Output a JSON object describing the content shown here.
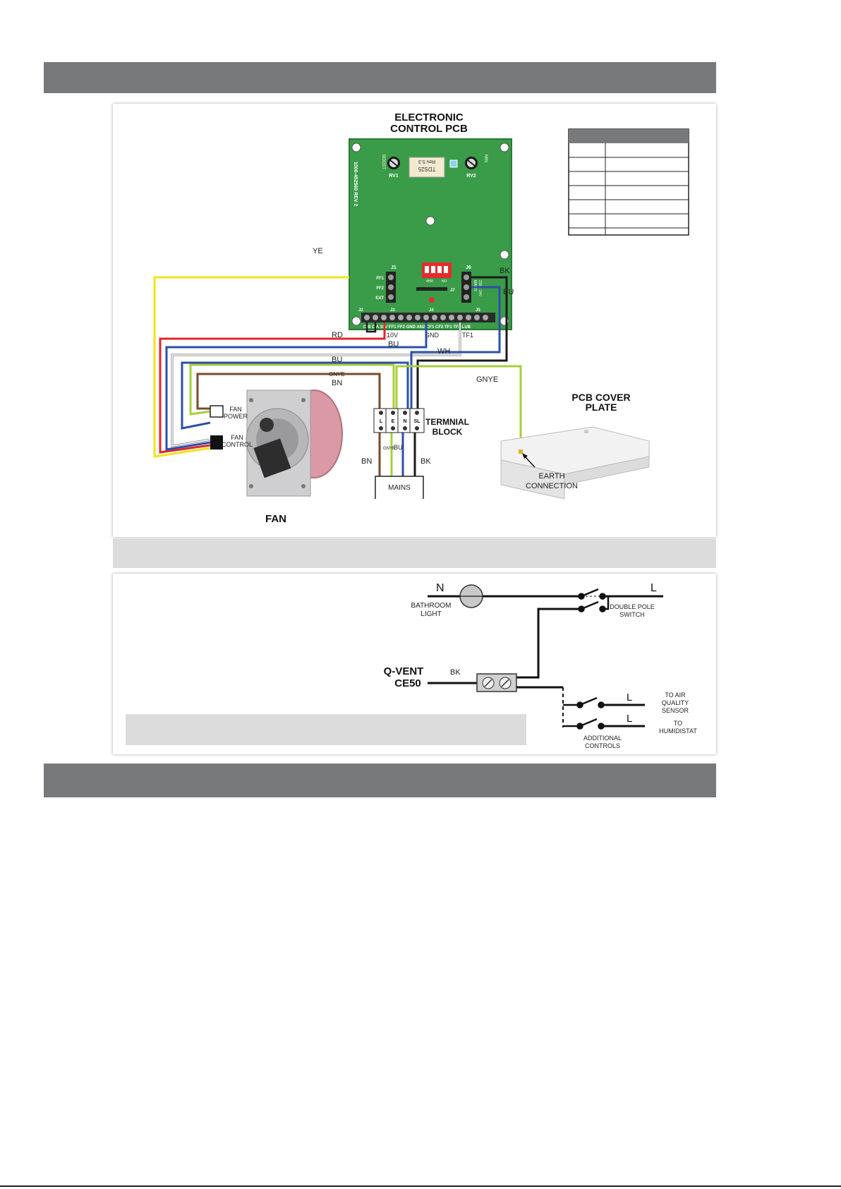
{
  "pcb": {
    "title_line1": "ELECTRONIC",
    "title_line2": "CONTROL PCB",
    "part_no": "1000-452560 REV 2",
    "chip": "TDS25",
    "chip_rev": "Rev 5.3",
    "boost": "BOOST",
    "rv1": "RV1",
    "rv2": "RV2",
    "min": "MIN",
    "j1": "J1",
    "j2": "J2",
    "j3": "J3",
    "j4": "J4",
    "j5": "J5",
    "j6": "J6",
    "j7": "J7",
    "ff1": "FF1",
    "ff2": "FF2",
    "ext": "EXT",
    "mains_side": "MAINS",
    "mains_volt": "230 ~ 24V",
    "dip_left": "4HR",
    "dip_right": "NO",
    "bottom_terminals": "C B C A 10V  FF1 FF2 GND AN2 CF1 CF2 TF1  TF2 LUB",
    "lbl_10v": "10V",
    "lbl_gnd": "GND",
    "lbl_tf1": "TF1"
  },
  "wires": {
    "ye": "YE",
    "rd": "RD",
    "bu": "BU",
    "wh": "WH",
    "bk": "BK",
    "gnye": "GNYE",
    "bn": "BN"
  },
  "fan": {
    "power_l1": "FAN",
    "power_l2": "POWER",
    "control_l1": "FAN",
    "control_l2": "CONTROL",
    "label": "FAN"
  },
  "terminal_block": {
    "title_l1": "TERMNIAL",
    "title_l2": "BLOCK",
    "terminals": [
      "L",
      "E",
      "N",
      "SL"
    ],
    "mains": "MAINS"
  },
  "cover": {
    "title_l1": "PCB COVER",
    "title_l2": "PLATE",
    "earth_l1": "EARTH",
    "earth_l2": "CONNECTION"
  },
  "switch_diagram": {
    "n": "N",
    "l": "L",
    "light_l1": "BATHROOM",
    "light_l2": "LIGHT",
    "switch_l1": "DOUBLE POLE",
    "switch_l2": "SWITCH",
    "unit_l1": "Q-VENT",
    "unit_l2": "CE50",
    "bk": "BK",
    "aq_l1": "TO AIR",
    "aq_l2": "QUALITY",
    "aq_l3": "SENSOR",
    "hum_l1": "TO",
    "hum_l2": "HUMIDISTAT",
    "add_l1": "ADDITIONAL",
    "add_l2": "CONTROLS"
  },
  "colors": {
    "band": "#77797b",
    "pcb_green": "#3a9b48",
    "yellow": "#f4e21a",
    "red": "#e0262b",
    "blue": "#2d4fa8",
    "brown": "#7b4a2a",
    "gnye": "#a8cf3a",
    "black": "#1a1a1a"
  }
}
